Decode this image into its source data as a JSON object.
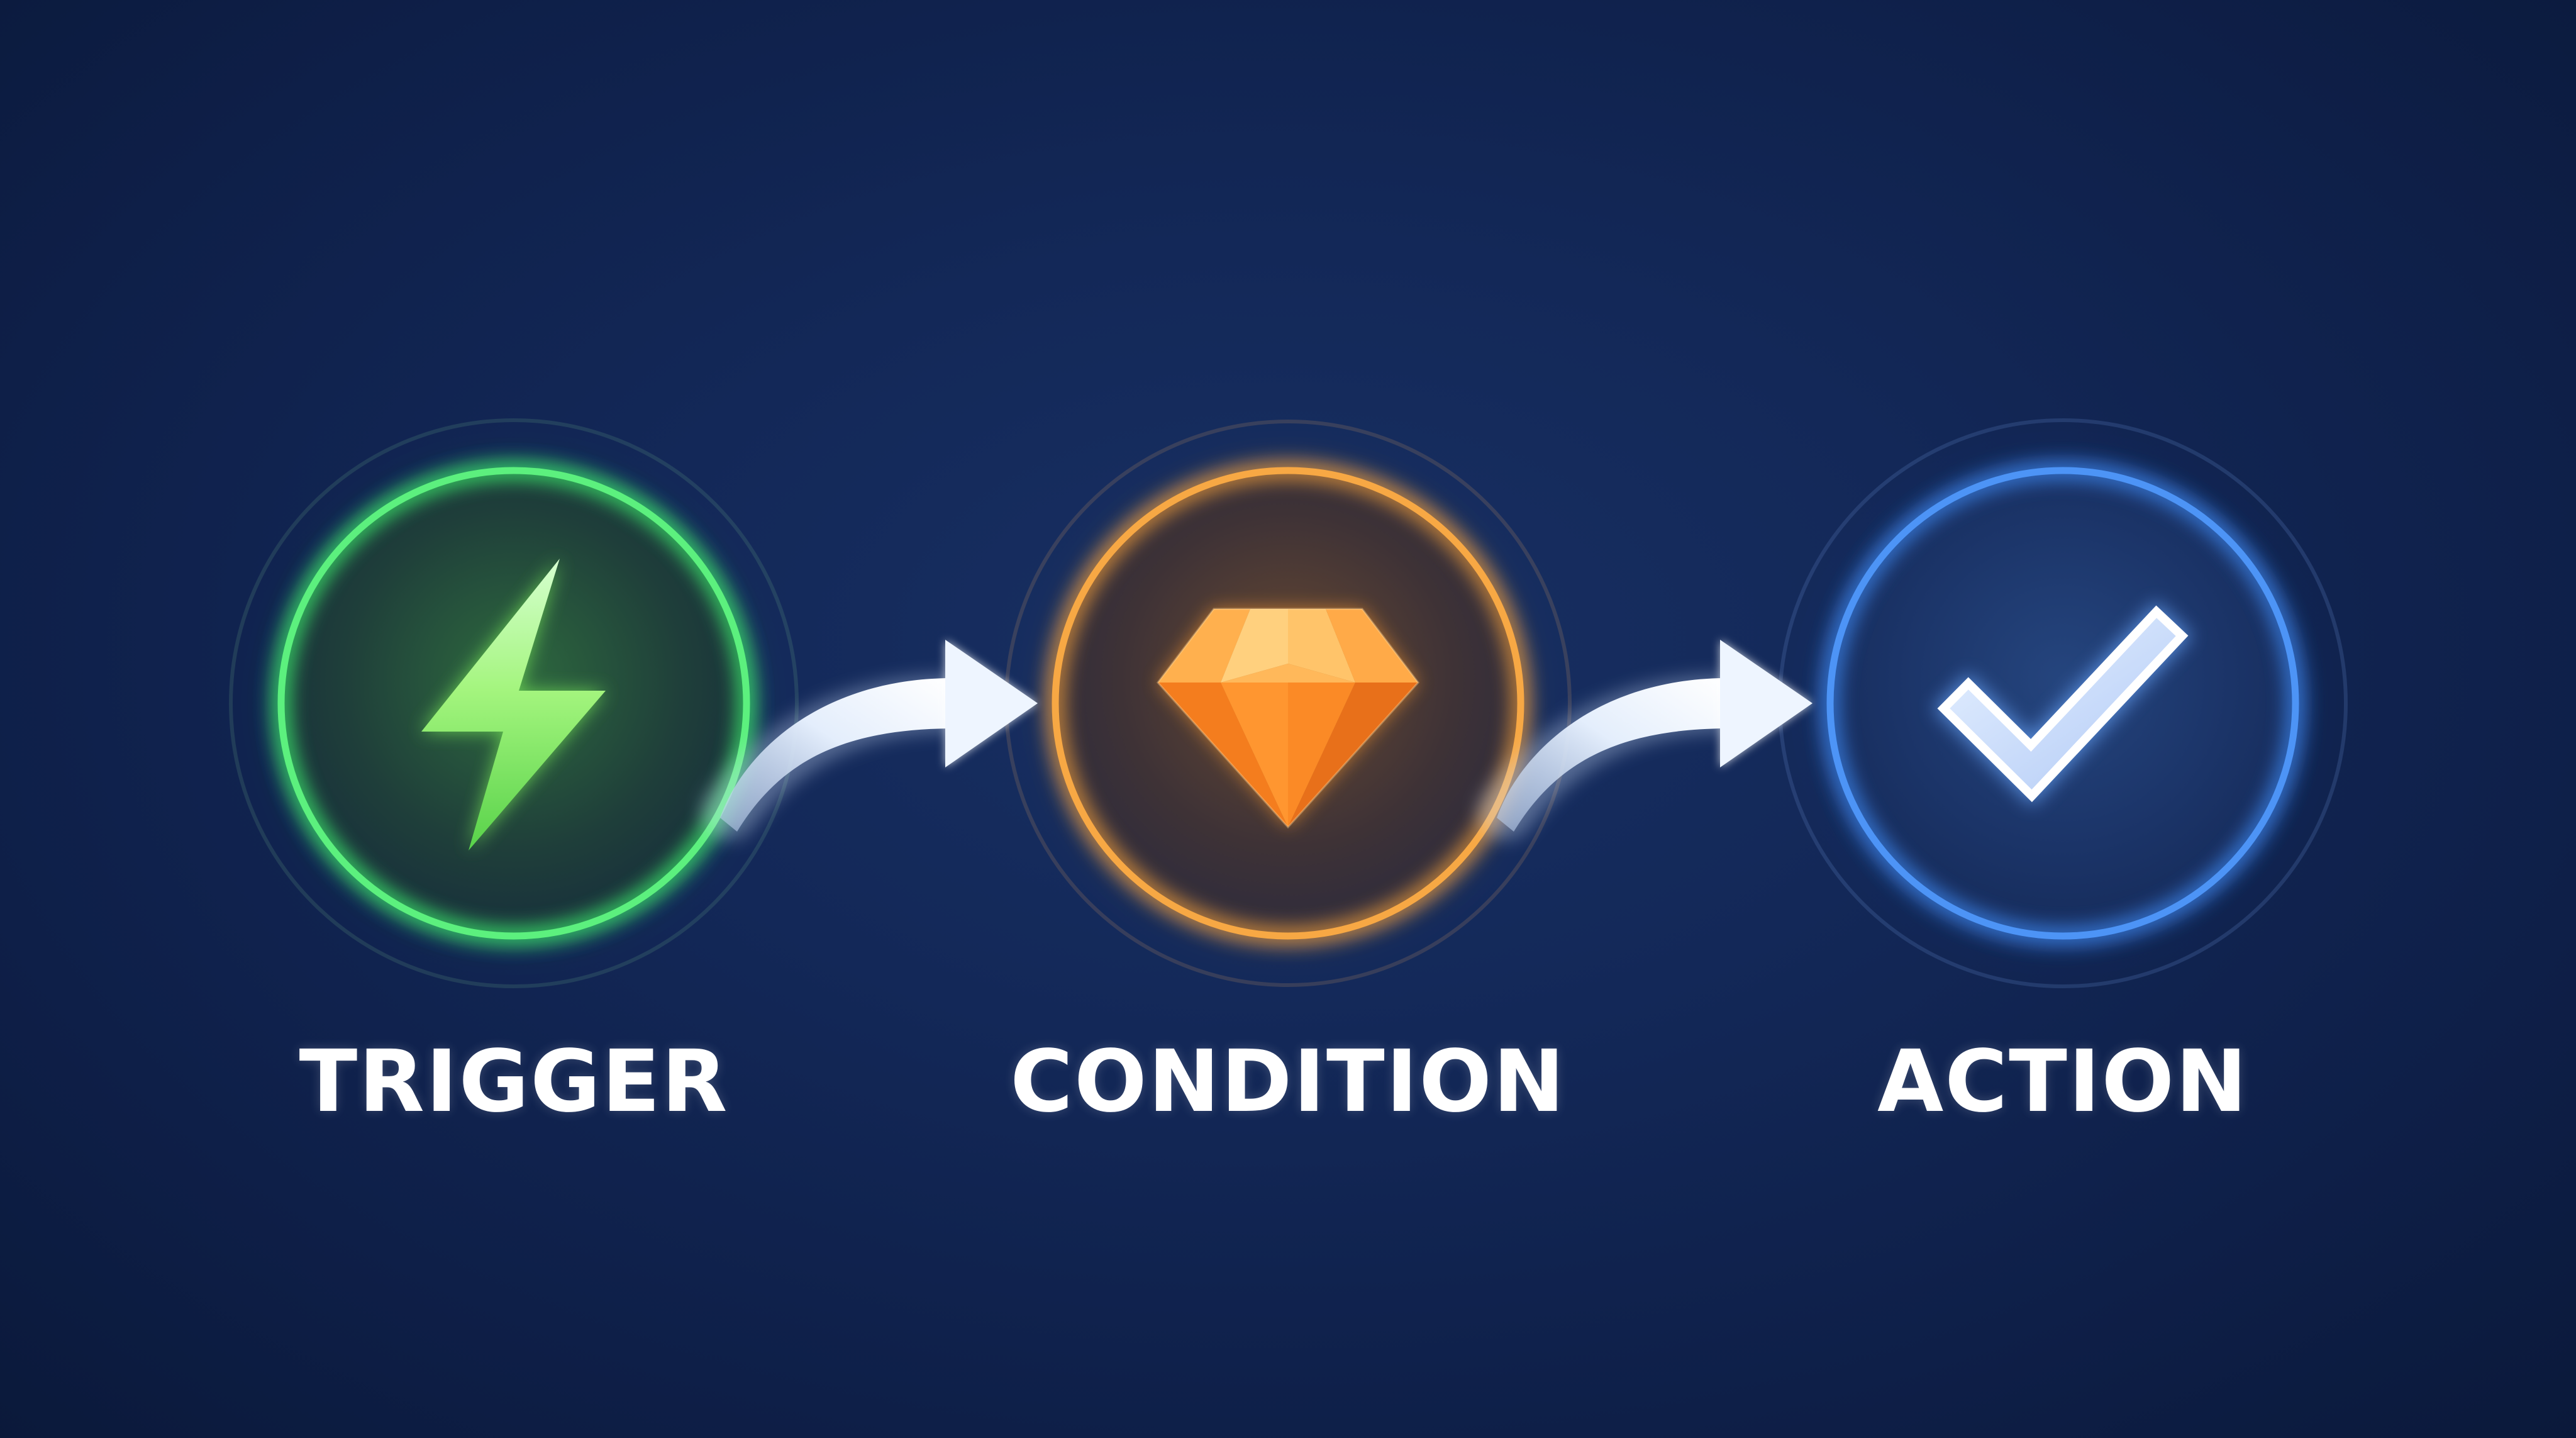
{
  "steps": [
    {
      "label": "TRIGGER",
      "icon": "lightning-bolt-icon",
      "color": "#4be36a"
    },
    {
      "label": "CONDITION",
      "icon": "diamond-icon",
      "color": "#f5a03a"
    },
    {
      "label": "ACTION",
      "icon": "checkmark-icon",
      "color": "#4a8ff5"
    }
  ],
  "colors": {
    "background": "#12275a",
    "arrow": "#e8f2ff"
  }
}
